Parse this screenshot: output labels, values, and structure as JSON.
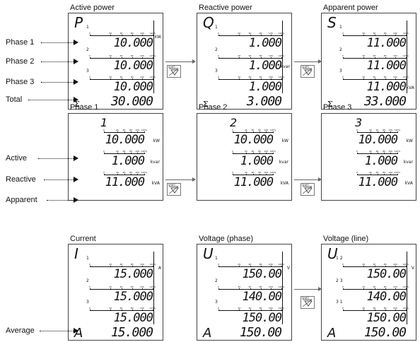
{
  "side_labels": {
    "row1": [
      "Phase 1",
      "Phase 2",
      "Phase 3",
      "Total"
    ],
    "row2": [
      "Active",
      "Reactive",
      "Apparent"
    ],
    "row3": [
      "Average"
    ]
  },
  "shift_key_label": "SHIFT",
  "scale_marks": [
    "0",
    "40",
    "60",
    "80",
    "100",
    "120%"
  ],
  "panels": [
    {
      "title": "Active power",
      "symbol": "P",
      "rows": [
        {
          "label": "1",
          "value": "10.000",
          "unit": "kW"
        },
        {
          "label": "2",
          "value": "10.000",
          "unit": ""
        },
        {
          "label": "3",
          "value": "10.000",
          "unit": ""
        }
      ],
      "bottom": {
        "symbol": "Σ",
        "value": "30.000"
      }
    },
    {
      "title": "Reactive power",
      "symbol": "Q",
      "rows": [
        {
          "label": "1",
          "value": "1.000",
          "unit": ""
        },
        {
          "label": "2",
          "value": "1.000",
          "unit": "kvar"
        },
        {
          "label": "3",
          "value": "1.000",
          "unit": ""
        }
      ],
      "bottom": {
        "symbol": "Σ",
        "value": "3.000"
      }
    },
    {
      "title": "Apparent power",
      "symbol": "S",
      "rows": [
        {
          "label": "1",
          "value": "11.000",
          "unit": ""
        },
        {
          "label": "2",
          "value": "11.000",
          "unit": ""
        },
        {
          "label": "3",
          "value": "11.000",
          "unit": "kVA"
        }
      ],
      "bottom": {
        "symbol": "Σ",
        "value": "33.000"
      }
    },
    {
      "title": "Phase 1",
      "symbol": "1",
      "rows": [
        {
          "label": "",
          "value": "10.000",
          "unit": "kW"
        },
        {
          "label": "",
          "value": "1.000",
          "unit": "kvar"
        },
        {
          "label": "",
          "value": "11.000",
          "unit": "kVA"
        }
      ],
      "bottom": null
    },
    {
      "title": "Phase 2",
      "symbol": "2",
      "rows": [
        {
          "label": "",
          "value": "10.000",
          "unit": "kW"
        },
        {
          "label": "",
          "value": "1.000",
          "unit": "kvar"
        },
        {
          "label": "",
          "value": "11.000",
          "unit": "kVA"
        }
      ],
      "bottom": null
    },
    {
      "title": "Phase 3",
      "symbol": "3",
      "rows": [
        {
          "label": "",
          "value": "10.000",
          "unit": "kW"
        },
        {
          "label": "",
          "value": "1.000",
          "unit": "kvar"
        },
        {
          "label": "",
          "value": "11.000",
          "unit": "kVA"
        }
      ],
      "bottom": null
    },
    {
      "title": "Current",
      "symbol": "I",
      "rows": [
        {
          "label": "1",
          "value": "15.000",
          "unit": "A"
        },
        {
          "label": "2",
          "value": "15.000",
          "unit": ""
        },
        {
          "label": "3",
          "value": "15.000",
          "unit": ""
        }
      ],
      "bottom": {
        "symbol": "A",
        "value": "15.000"
      }
    },
    {
      "title": "Voltage (phase)",
      "symbol": "U",
      "rows": [
        {
          "label": "1",
          "value": "150.00",
          "unit": "V"
        },
        {
          "label": "2",
          "value": "140.00",
          "unit": ""
        },
        {
          "label": "3",
          "value": "150.00",
          "unit": ""
        }
      ],
      "bottom": {
        "symbol": "A",
        "value": "150.00"
      }
    },
    {
      "title": "Voltage (line)",
      "symbol": "U",
      "rows": [
        {
          "label": "1 2",
          "value": "150.00",
          "unit": "V"
        },
        {
          "label": "2 3",
          "value": "140.00",
          "unit": ""
        },
        {
          "label": "3 1",
          "value": "150.00",
          "unit": ""
        }
      ],
      "bottom": {
        "symbol": "A",
        "value": "150.00"
      }
    }
  ]
}
